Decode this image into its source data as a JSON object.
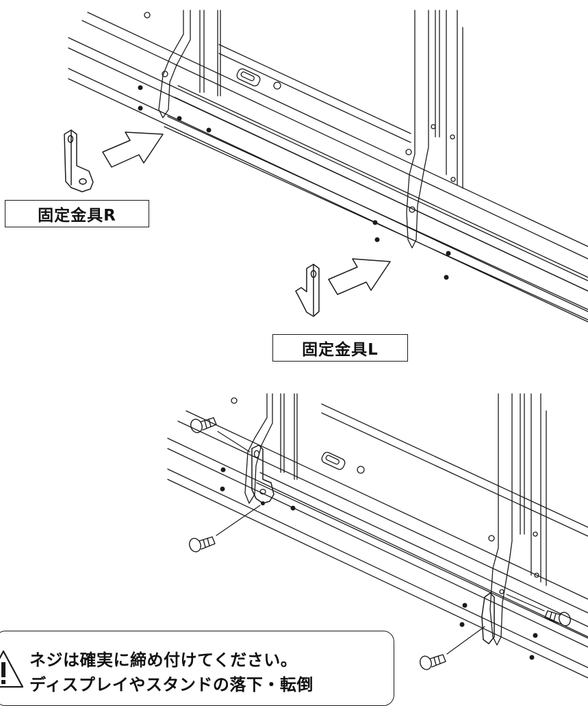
{
  "labels": {
    "bracket_r": "固定金具R",
    "bracket_l": "固定金具L"
  },
  "warning": {
    "line1": "ネジは確実に締め付けてください。",
    "line2": "ディスプレイやスタンドの落下・転倒"
  },
  "colors": {
    "line": "#1a1a1a",
    "fill": "#ffffff",
    "arrow_fill": "#ffffff"
  },
  "icons": {
    "warning": "warning-triangle-icon"
  }
}
